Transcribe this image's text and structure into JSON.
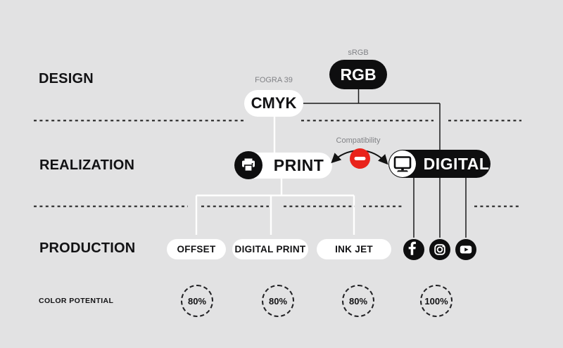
{
  "palette": {
    "background": "#e2e2e3",
    "ink": "#0e0e0f",
    "white": "#ffffff",
    "red": "#e9231b",
    "muted_text": "#818286",
    "line": "#1b1b1b"
  },
  "row_labels": {
    "design": "DESIGN",
    "realization": "REALIZATION",
    "production": "PRODUCTION",
    "color_potential": "COLOR POTENTIAL"
  },
  "design_row": {
    "rgb": {
      "tag": "sRGB",
      "label": "RGB"
    },
    "cmyk": {
      "tag": "FOGRA 39",
      "label": "CMYK"
    }
  },
  "realization_row": {
    "print": {
      "label": "PRINT",
      "icon": "printer-icon"
    },
    "digital": {
      "label": "DIGITAL",
      "icon": "monitor-icon"
    },
    "compatibility": {
      "label": "Compatibility",
      "icon": "no-entry-icon"
    }
  },
  "production_row": {
    "print_outputs": [
      {
        "label": "OFFSET"
      },
      {
        "label": "DIGITAL PRINT"
      },
      {
        "label": "INK JET"
      }
    ],
    "digital_outputs": [
      {
        "icon": "facebook-icon"
      },
      {
        "icon": "instagram-icon"
      },
      {
        "icon": "youtube-icon"
      }
    ]
  },
  "color_potential_row": {
    "values": [
      {
        "value": "80%"
      },
      {
        "value": "80%"
      },
      {
        "value": "80%"
      },
      {
        "value": "100%"
      }
    ]
  }
}
